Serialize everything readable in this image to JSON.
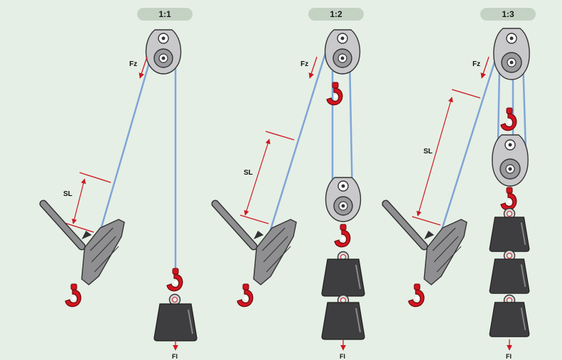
{
  "panels": [
    {
      "ratio": "1:1",
      "fz_label": "Fz",
      "sl_label": "SL",
      "fl_label": "Fl"
    },
    {
      "ratio": "1:2",
      "fz_label": "Fz",
      "sl_label": "SL",
      "fl_label": "Fl"
    },
    {
      "ratio": "1:3",
      "fz_label": "Fz",
      "sl_label": "SL",
      "fl_label": "Fl"
    }
  ],
  "colors": {
    "background": "#e6efe6",
    "rope": "#7ea6d6",
    "dimension": "#cc1a22",
    "hook": "#d4141e",
    "pulley": "#c9c9cc",
    "weight": "#3e3e40",
    "ratio_pill": "#c4d2c4"
  },
  "icons": [
    "pulley-icon",
    "hook-icon",
    "weight-icon",
    "hand-winch-icon",
    "shackle-icon",
    "arrow-icon"
  ]
}
